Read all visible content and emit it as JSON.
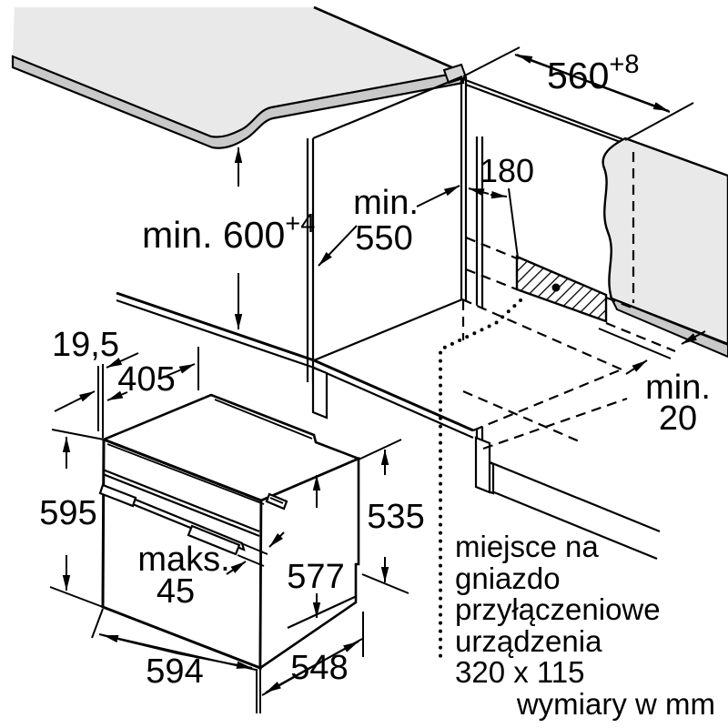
{
  "diagram": {
    "units_footer": "wymiary w mm",
    "niche": {
      "width": "560",
      "width_tolerance": "+8",
      "height": "min. 600",
      "height_tolerance": "+4",
      "depth_label": "min.",
      "depth_value": "550",
      "socket_offset": "180",
      "rear_gap_label": "min.",
      "rear_gap_value": "20"
    },
    "oven": {
      "front_overhang": "19,5",
      "top_depth": "405",
      "front_height": "595",
      "rear_height": "535",
      "body_height": "577",
      "handle_label": "maks.",
      "handle_value": "45",
      "width": "594",
      "depth": "548"
    },
    "socket_note": {
      "lines": [
        "miejsce na",
        "gniazdo",
        "przyłączeniowe",
        "urządzenia",
        "320 x 115"
      ]
    },
    "colors": {
      "line": "#000000",
      "surface": "#e9e9e9",
      "edge_strip": "#c9c9c9"
    }
  }
}
